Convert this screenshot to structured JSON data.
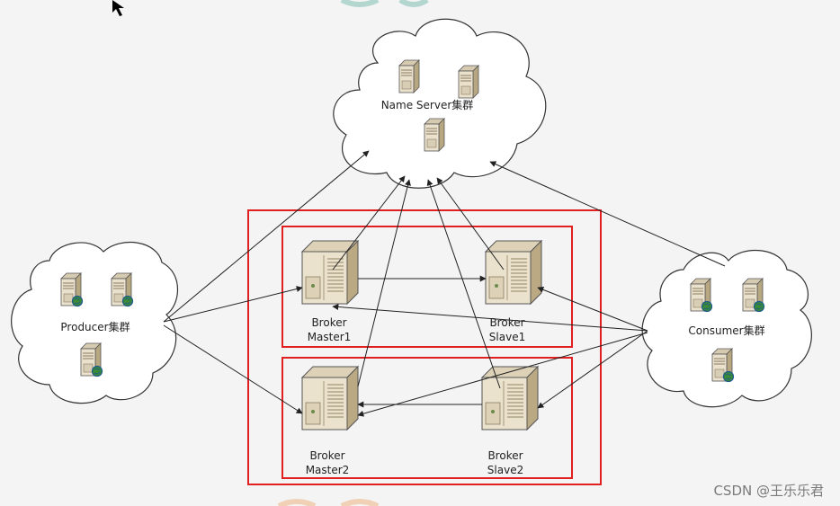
{
  "name_server": {
    "label": "Name Server集群"
  },
  "producer": {
    "label": "Producer集群"
  },
  "consumer": {
    "label": "Consumer集群"
  },
  "brokers": {
    "master1": {
      "line1": "Broker",
      "line2": "Master1"
    },
    "slave1": {
      "line1": "Broker",
      "line2": "Slave1"
    },
    "master2": {
      "line1": "Broker",
      "line2": "Master2"
    },
    "slave2": {
      "line1": "Broker",
      "line2": "Slave2"
    }
  },
  "watermark": "CSDN @王乐乐君",
  "colors": {
    "group_border": "#e02020",
    "server_fill": "#e6dcc4",
    "server_dark": "#c8b898",
    "arrow": "#222222",
    "cloud_stroke": "#333333",
    "globe": "#3a8a3a"
  },
  "icons": {
    "server": "server-icon",
    "client": "client-server-icon",
    "cursor": "mouse-cursor-icon"
  }
}
